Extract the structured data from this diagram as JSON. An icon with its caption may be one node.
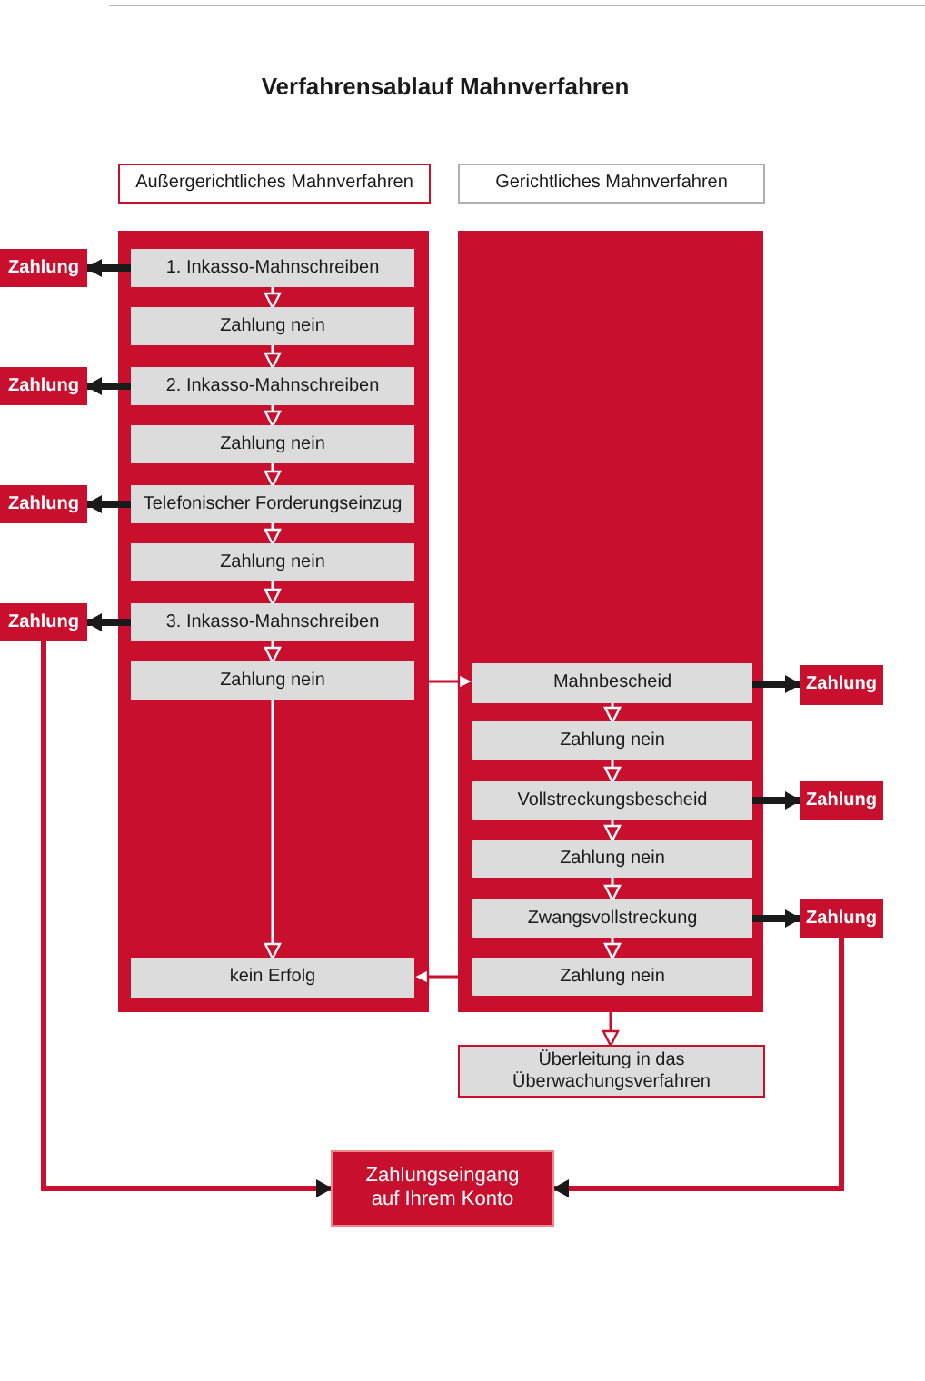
{
  "diagram": {
    "title": "Verfahrensablauf Mahnverfahren",
    "nodes": [
      {
        "text": [
          "Außergerichtliches Mahnverfahren"
        ]
      },
      {
        "text": [
          "Gerichtliches Mahnverfahren"
        ]
      },
      {
        "text": [],
        "shape": "box"
      },
      {
        "text": [],
        "shape": "box"
      },
      {
        "text": [
          "1. Inkasso-Mahnschreiben"
        ],
        "in": 2
      },
      {
        "text": [
          "Zahlung nein"
        ],
        "in": 2
      },
      {
        "text": [
          "2. Inkasso-Mahnschreiben"
        ],
        "in": 2
      },
      {
        "text": [
          "Zahlung nein"
        ],
        "in": 2
      },
      {
        "text": [
          "Telefonischer Forderungseinzug"
        ],
        "in": 2
      },
      {
        "text": [
          "Zahlung nein"
        ],
        "in": 2
      },
      {
        "text": [
          "3. Inkasso-Mahnschreiben"
        ],
        "in": 2
      },
      {
        "text": [
          "Zahlung nein"
        ],
        "in": 2
      },
      {
        "text": [
          "kein Erfolg"
        ],
        "in": 2
      },
      {
        "text": [
          "Mahnbescheid"
        ],
        "in": 3
      },
      {
        "text": [
          "Zahlung nein"
        ],
        "in": 3
      },
      {
        "text": [
          "Vollstreckungsbescheid"
        ],
        "in": 3
      },
      {
        "text": [
          "Zahlung nein"
        ],
        "in": 3
      },
      {
        "text": [
          "Zwangsvollstreckung"
        ],
        "in": 3
      },
      {
        "text": [
          "Zahlung nein"
        ],
        "in": 3
      },
      {
        "text": [
          "Überleitung in das Überwachungsverfahren"
        ]
      },
      {
        "text": [
          "Zahlungseingang auf Ihrem Konto"
        ]
      },
      {
        "text": [
          "Zahlung"
        ]
      },
      {
        "text": [
          "Zahlung"
        ]
      },
      {
        "text": [
          "Zahlung"
        ]
      },
      {
        "text": [
          "Zahlung"
        ]
      },
      {
        "text": [
          "Zahlung"
        ]
      },
      {
        "text": [
          "Zahlung"
        ]
      },
      {
        "text": [
          "Zahlung"
        ]
      }
    ],
    "edges": [
      {
        "from": 4,
        "to": 5,
        "arrow": "to"
      },
      {
        "from": 5,
        "to": 6,
        "arrow": "to"
      },
      {
        "from": 6,
        "to": 7,
        "arrow": "to"
      },
      {
        "from": 7,
        "to": 8,
        "arrow": "to"
      },
      {
        "from": 8,
        "to": 9,
        "arrow": "to"
      },
      {
        "from": 9,
        "to": 10,
        "arrow": "to"
      },
      {
        "from": 10,
        "to": 11,
        "arrow": "to"
      },
      {
        "from": 11,
        "to": 12,
        "arrow": "to"
      },
      {
        "from": 11,
        "to": 13,
        "arrow": "to",
        "color": "#c8102e"
      },
      {
        "from": 13,
        "to": 14,
        "arrow": "to"
      },
      {
        "from": 14,
        "to": 15,
        "arrow": "to"
      },
      {
        "from": 15,
        "to": 16,
        "arrow": "to"
      },
      {
        "from": 16,
        "to": 17,
        "arrow": "to"
      },
      {
        "from": 17,
        "to": 18,
        "arrow": "to"
      },
      {
        "from": 18,
        "to": 12,
        "arrow": "to",
        "color": "#c8102e"
      },
      {
        "from": 3,
        "to": 19,
        "arrow": "to",
        "color": "#c8102e"
      },
      {
        "from": 4,
        "to": 21,
        "arrow": "to",
        "style": "thick",
        "color": "#1a1a1a"
      },
      {
        "from": 6,
        "to": 22,
        "arrow": "to",
        "style": "thick",
        "color": "#1a1a1a"
      },
      {
        "from": 8,
        "to": 23,
        "arrow": "to",
        "style": "thick",
        "color": "#1a1a1a"
      },
      {
        "from": 10,
        "to": 24,
        "arrow": "to",
        "style": "thick",
        "color": "#1a1a1a"
      },
      {
        "from": 13,
        "to": 25,
        "arrow": "to",
        "style": "thick",
        "color": "#1a1a1a"
      },
      {
        "from": 15,
        "to": 26,
        "arrow": "to",
        "style": "thick",
        "color": "#1a1a1a"
      },
      {
        "from": 17,
        "to": 27,
        "arrow": "to",
        "style": "thick",
        "color": "#1a1a1a"
      },
      {
        "from": 24,
        "to": 20,
        "arrow": "to",
        "style": "thick",
        "color": "#c8102e"
      },
      {
        "from": 27,
        "to": 20,
        "arrow": "to",
        "style": "thick",
        "color": "#c8102e"
      }
    ]
  }
}
